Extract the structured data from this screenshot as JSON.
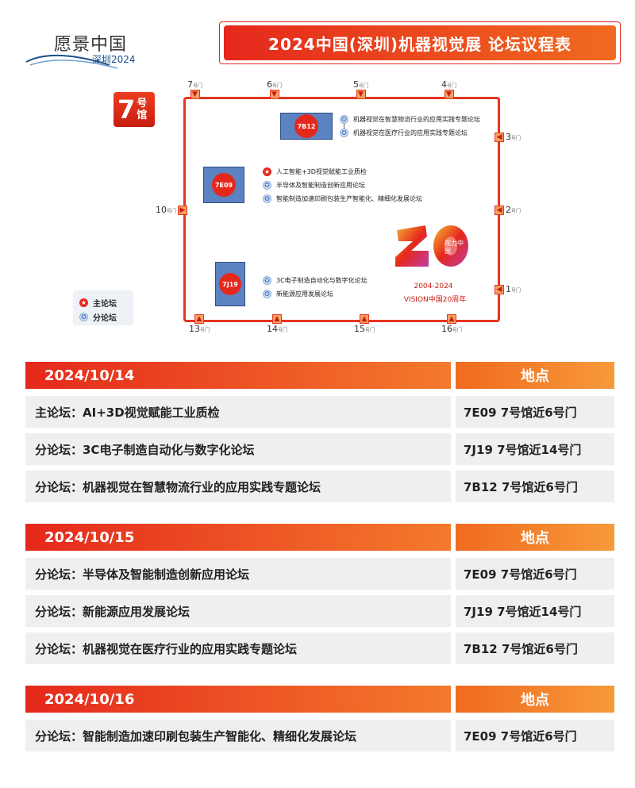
{
  "header": {
    "logo_main": "愿景中国",
    "logo_sub": "深圳2024",
    "title": "2024中国(深圳)机器视觉展 论坛议程表"
  },
  "map": {
    "hall_number": "7",
    "hall_text": "号馆",
    "gates_top": [
      {
        "num": "7",
        "sub": "号门"
      },
      {
        "num": "6",
        "sub": "号门"
      },
      {
        "num": "5",
        "sub": "号门"
      },
      {
        "num": "4",
        "sub": "号门"
      }
    ],
    "gates_right": [
      {
        "num": "3",
        "sub": "号门"
      },
      {
        "num": "2",
        "sub": "号门"
      },
      {
        "num": "1",
        "sub": "号门"
      }
    ],
    "gate_left": {
      "num": "10",
      "sub": "号门"
    },
    "gates_bottom": [
      {
        "num": "13",
        "sub": "号门"
      },
      {
        "num": "14",
        "sub": "号门"
      },
      {
        "num": "15",
        "sub": "号门"
      },
      {
        "num": "16",
        "sub": "号门"
      }
    ],
    "booths": [
      {
        "code": "7B12",
        "forums": [
          {
            "type": "sub",
            "label": "机器视觉在智慧物流行业的应用实践专题论坛"
          },
          {
            "type": "sub",
            "label": "机器视觉在医疗行业的应用实践专题论坛"
          }
        ]
      },
      {
        "code": "7E09",
        "forums": [
          {
            "type": "main",
            "label": "人工智能+3D视觉赋能工业质检"
          },
          {
            "type": "sub",
            "label": "半导体及智能制造创新应用论坛"
          },
          {
            "type": "sub",
            "label": "智能制造加速印刷包装生产智能化、精细化发展论坛"
          }
        ]
      },
      {
        "code": "7J19",
        "forums": [
          {
            "type": "sub",
            "label": "3C电子制造自动化与数字化论坛"
          },
          {
            "type": "sub",
            "label": "新能源应用发展论坛"
          }
        ]
      }
    ],
    "legend": {
      "main": "主论坛",
      "sub": "分论坛"
    },
    "anniversary": {
      "mini": "视力中国",
      "years": "2004-2024",
      "caption": "VISION中国20周年"
    }
  },
  "schedule": [
    {
      "date": "2024/10/14",
      "location_header": "地点",
      "rows": [
        {
          "title": "主论坛：AI+3D视觉赋能工业质检",
          "location": "7E09 7号馆近6号门"
        },
        {
          "title": "分论坛：3C电子制造自动化与数字化论坛",
          "location": "7J19 7号馆近14号门"
        },
        {
          "title": "分论坛：机器视觉在智慧物流行业的应用实践专题论坛",
          "location": "7B12 7号馆近6号门"
        }
      ]
    },
    {
      "date": "2024/10/15",
      "location_header": "地点",
      "rows": [
        {
          "title": "分论坛：半导体及智能制造创新应用论坛",
          "location": "7E09 7号馆近6号门"
        },
        {
          "title": "分论坛：新能源应用发展论坛",
          "location": "7J19 7号馆近14号门"
        },
        {
          "title": "分论坛：机器视觉在医疗行业的应用实践专题论坛",
          "location": "7B12 7号馆近6号门"
        }
      ]
    },
    {
      "date": "2024/10/16",
      "location_header": "地点",
      "rows": [
        {
          "title": "分论坛：智能制造加速印刷包装生产智能化、精细化发展论坛",
          "location": "7E09 7号馆近6号门"
        }
      ]
    }
  ],
  "colors": {
    "accent_red": "#e5281c",
    "accent_orange": "#f06a1f",
    "booth_blue": "#5b83c2",
    "row_gray": "#efefef"
  }
}
